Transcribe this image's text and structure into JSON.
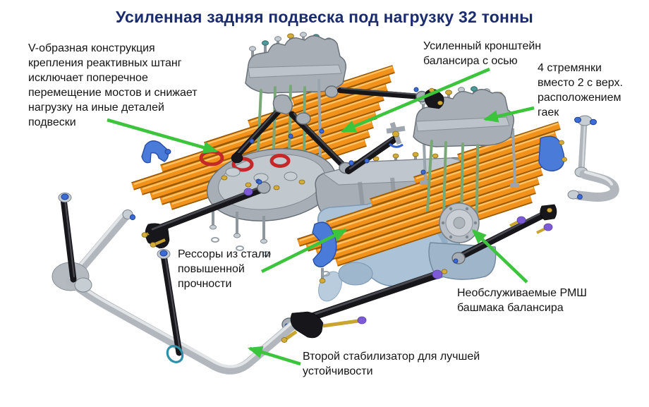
{
  "title": "Усиленная задняя подвеска под нагрузку 32 тонны",
  "annotations": {
    "v_brace": "V-образная конструкция\nкрепления реактивных штанг\nисключает поперечное\nперемещение мостов и снижает\nнагрузку на иные деталей\nподвески",
    "balancer_bracket": "Усиленный кронштейн\nбалансира с осью",
    "u_bolts": "4 стремянки\nвместо 2 с верх.\nрасположением\nгаек",
    "springs": "Рессоры из стали\nповышенной\nпрочности",
    "rmsh": "Необслуживаемые РМШ\nбашмака балансира",
    "stabilizer": "Второй стабилизатор для лучшей\nустойчивости"
  },
  "colors": {
    "background": "#FFFFFF",
    "title": "#1B2C6E",
    "text": "#141414",
    "arrow_green": "#3DC43D",
    "spring_orange": "#F2921A",
    "spring_highlight": "#FFC468",
    "metal_gray": "#A7AEB5",
    "rod_black": "#17171B",
    "housing_blue": "#ABC2D7",
    "ubolt_green": "#79A878",
    "accent_blue": "#3A6BD6",
    "accent_purple": "#7E5BD6",
    "accent_gold": "#D3AC3A",
    "gasket_red": "#C42828",
    "stabilizer_silver": "#B2B7BD"
  }
}
